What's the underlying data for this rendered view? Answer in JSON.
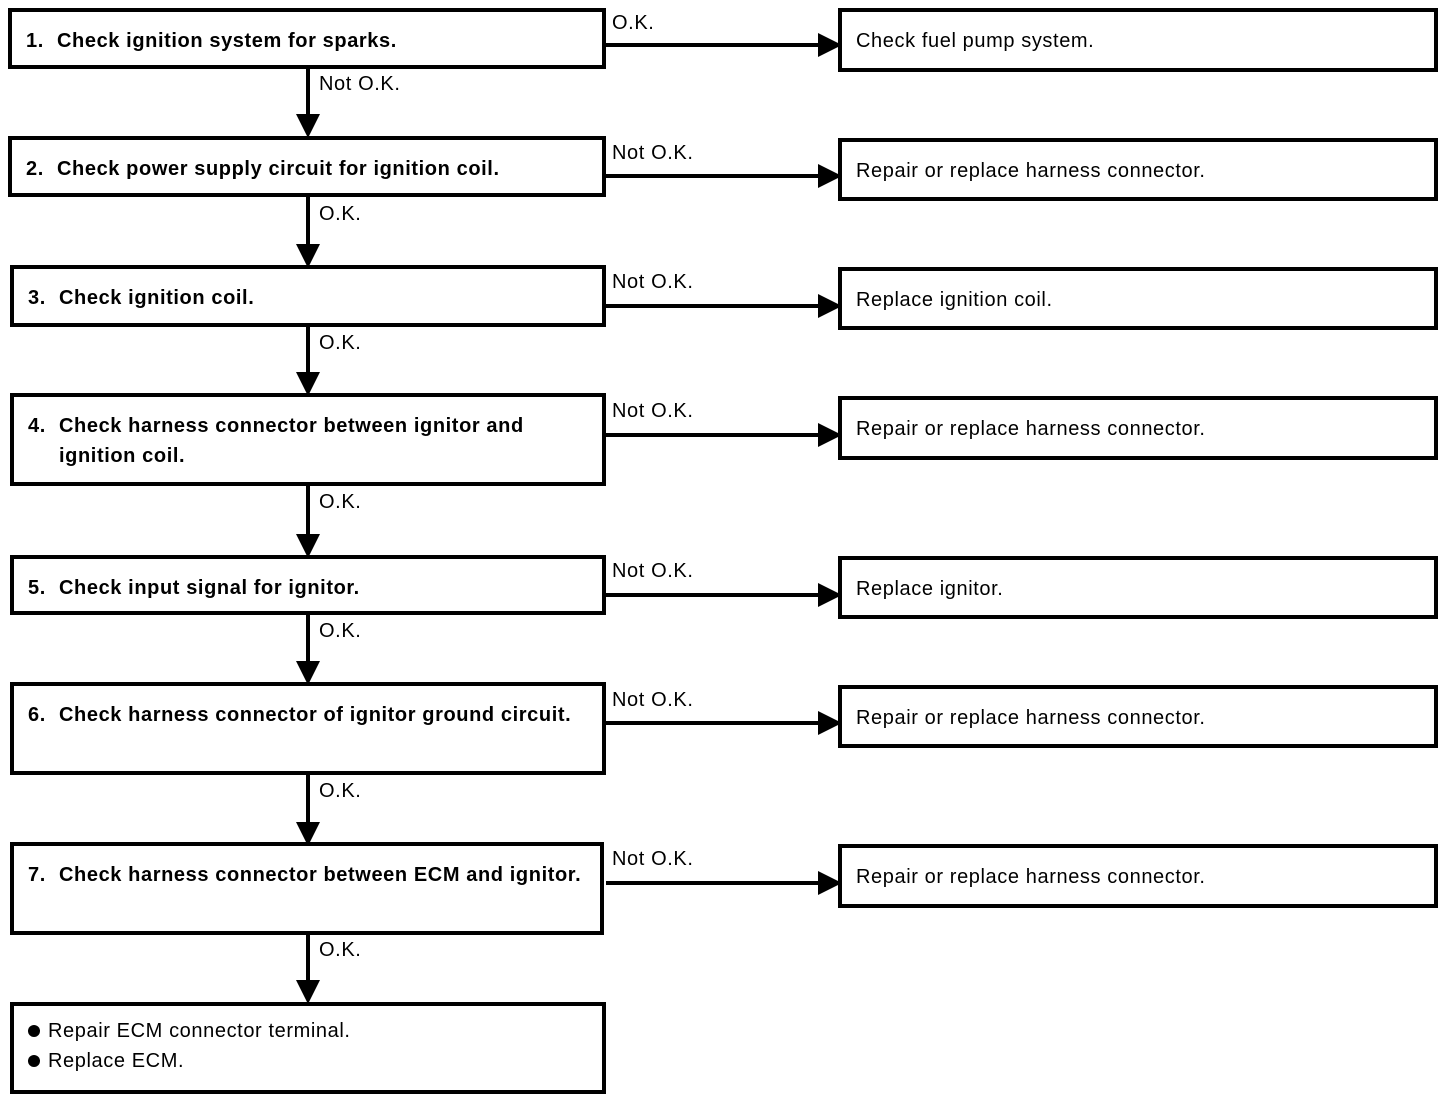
{
  "colors": {
    "line": "#000000",
    "background": "#ffffff"
  },
  "steps": [
    {
      "num": "1.",
      "text": "Check ignition system for sparks.",
      "side": "O.K.",
      "down": "Not O.K.",
      "result": "Check fuel pump system."
    },
    {
      "num": "2.",
      "text": "Check power supply circuit for ignition coil.",
      "side": "Not O.K.",
      "down": "O.K.",
      "result": "Repair or replace harness connector."
    },
    {
      "num": "3.",
      "text": "Check ignition coil.",
      "side": "Not O.K.",
      "down": "O.K.",
      "result": "Replace ignition coil."
    },
    {
      "num": "4.",
      "text": "Check harness connector between ignitor and ignition coil.",
      "side": "Not O.K.",
      "down": "O.K.",
      "result": "Repair or replace harness connector."
    },
    {
      "num": "5.",
      "text": "Check input signal for ignitor.",
      "side": "Not O.K.",
      "down": "O.K.",
      "result": "Replace ignitor."
    },
    {
      "num": "6.",
      "text": "Check harness connector of ignitor ground circuit.",
      "side": "Not O.K.",
      "down": "O.K.",
      "result": "Repair or replace harness connector."
    },
    {
      "num": "7.",
      "text": "Check harness connector between ECM and ignitor.",
      "side": "Not O.K.",
      "down": "O.K.",
      "result": "Repair or replace harness connector."
    }
  ],
  "final": {
    "items": [
      "Repair ECM connector terminal.",
      "Replace ECM."
    ]
  }
}
